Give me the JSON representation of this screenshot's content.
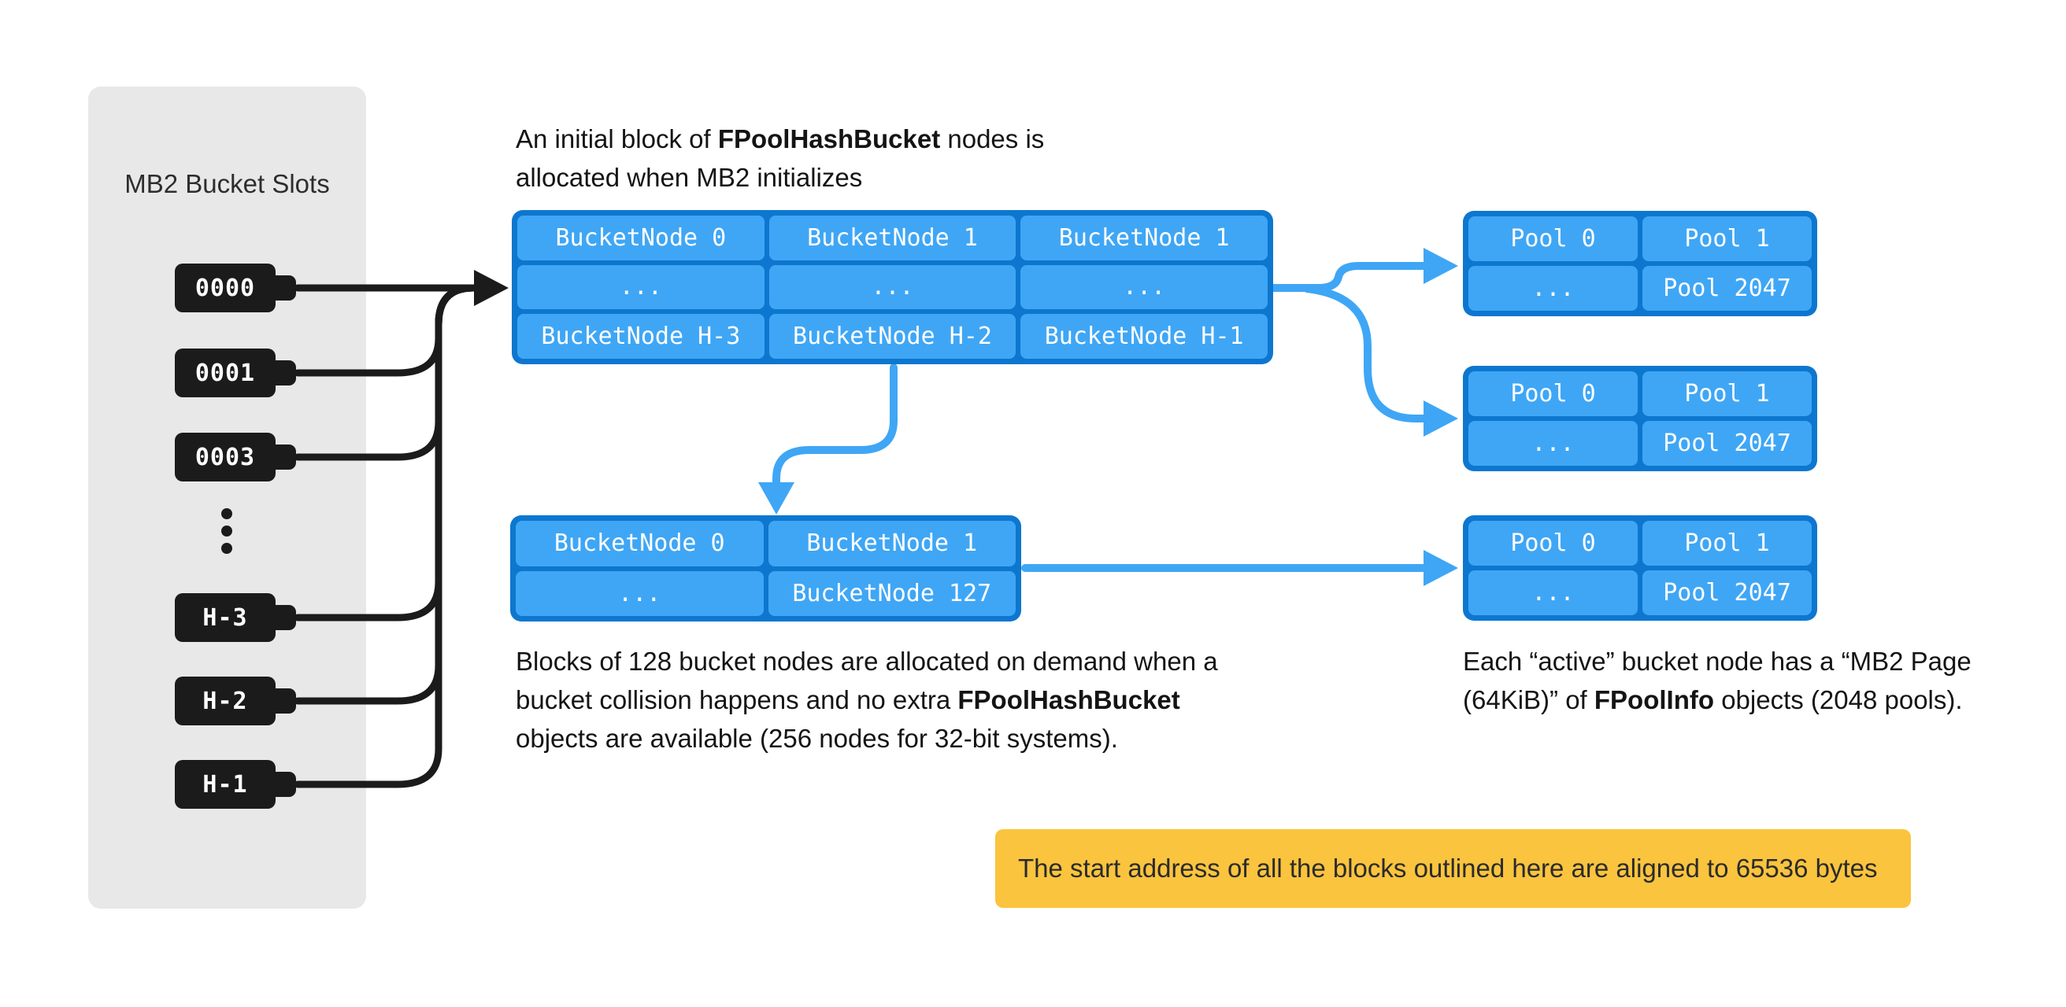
{
  "panel": {
    "title": "MB2 Bucket Slots",
    "slots": [
      "0000",
      "0001",
      "0003",
      "H-3",
      "H-2",
      "H-1"
    ],
    "ellipsis": "⋮"
  },
  "notes": {
    "top": {
      "line1_pre": "An initial block of ",
      "line1_bold": "FPoolHashBucket",
      "line1_post": " nodes is",
      "line2": "allocated when MB2 initializes"
    },
    "bottom": {
      "line1": "Blocks of 128 bucket nodes are allocated on demand when a",
      "line2_pre": "bucket collision happens and no extra ",
      "line2_bold": "FPoolHashBucket",
      "line3": "objects are available (256 nodes for 32-bit systems)."
    },
    "right": {
      "line1": "Each “active” bucket node has a  “MB2 Page",
      "line2_pre": "(64KiB)” of ",
      "line2_bold": "FPoolInfo",
      "line2_post": " objects (2048 pools)."
    }
  },
  "tables": {
    "initial": {
      "rows": [
        [
          "BucketNode 0",
          "BucketNode 1",
          "BucketNode 1"
        ],
        [
          "...",
          "...",
          "..."
        ],
        [
          "BucketNode H-3",
          "BucketNode H-2",
          "BucketNode H-1"
        ]
      ]
    },
    "overflow": {
      "rows": [
        [
          "BucketNode 0",
          "BucketNode 1"
        ],
        [
          "...",
          "BucketNode 127"
        ]
      ]
    },
    "pool_page": {
      "rows": [
        [
          "Pool 0",
          "Pool 1"
        ],
        [
          "...",
          "Pool 2047"
        ]
      ]
    }
  },
  "callout": {
    "text": "The start address of all the blocks outlined here are aligned to 65536 bytes"
  },
  "colors": {
    "block_fill": "#3FA6F5",
    "block_border": "#0D77CF",
    "slot_black": "#1B1B1B",
    "panel_gray": "#E8E8E8",
    "callout_yellow": "#FAC43E"
  }
}
